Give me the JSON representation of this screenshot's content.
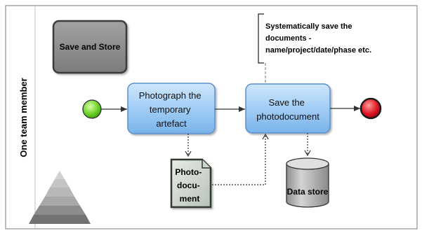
{
  "pool": {
    "lane_label": "One team member"
  },
  "title_box": {
    "label": "Save and Store"
  },
  "tasks": {
    "photograph": {
      "lines": [
        "Photograph the",
        "temporary",
        "artefact"
      ]
    },
    "save": {
      "lines": [
        "Save the",
        "photodocument"
      ]
    }
  },
  "annotation": {
    "lines": [
      "Systematically save the",
      "documents -",
      "name/project/date/phase etc."
    ]
  },
  "artifacts": {
    "photo_document": {
      "lines": [
        "Photo-",
        "docu-",
        "ment"
      ]
    },
    "data_store": {
      "label": "Data store"
    }
  },
  "colors": {
    "task_fill": "#9fcdf5",
    "task_stroke": "#5b8fc9",
    "start_event": "#66cc22",
    "end_event": "#dd1122",
    "title_box_fill": "#8a8a8a",
    "pyramid": "#aaaaaa"
  }
}
